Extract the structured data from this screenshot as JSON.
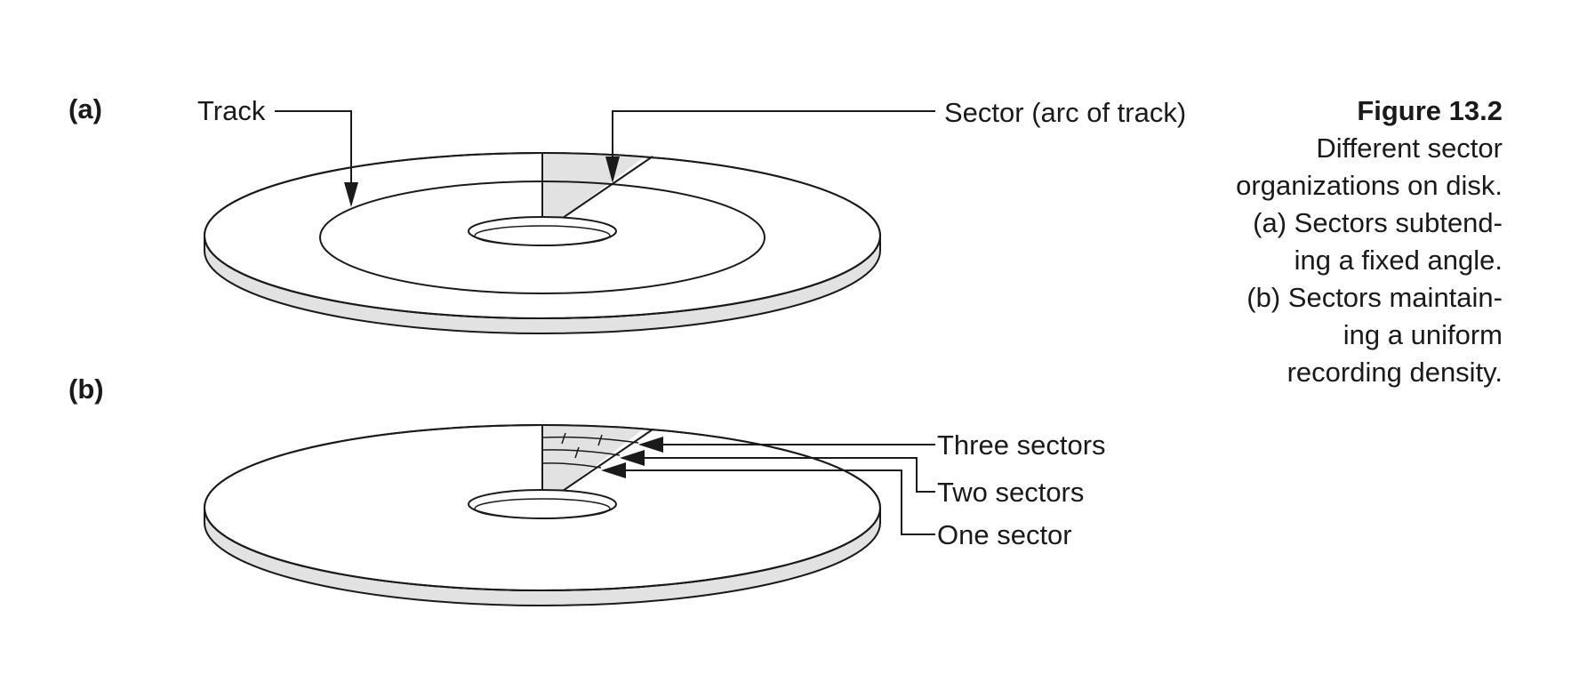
{
  "panels": {
    "a": {
      "label": "(a)"
    },
    "b": {
      "label": "(b)"
    }
  },
  "callouts": {
    "track": "Track",
    "sector": "Sector (arc of track)",
    "three_sectors": "Three sectors",
    "two_sectors": "Two sectors",
    "one_sector": "One sector"
  },
  "caption": {
    "title": "Figure 13.2",
    "lines": [
      "Different sector",
      "organizations on disk.",
      "(a) Sectors subtend-",
      "ing a fixed angle.",
      "(b) Sectors maintain-",
      "ing a uniform",
      "recording density."
    ]
  },
  "colors": {
    "stroke": "#1a1a1a",
    "fill_shade": "#e2e2e2",
    "background": "#ffffff"
  }
}
